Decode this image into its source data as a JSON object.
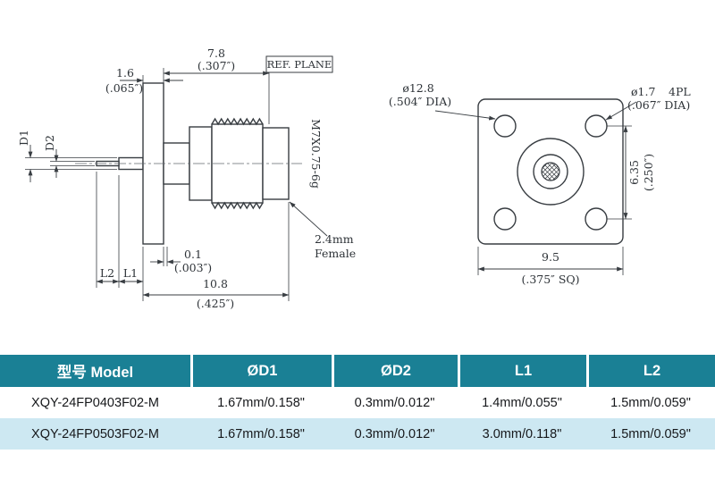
{
  "colors": {
    "table_header_bg": "#1a8095",
    "table_row_alt_bg": "#cde8f2",
    "drawing_line": "#383d42"
  },
  "side_view": {
    "dim_a_mm": "7.8",
    "dim_a_in": "(.307″)",
    "flange_mm": "1.6",
    "flange_in": "(.065″)",
    "ref_plane": "REF. PLANE",
    "d1": "D1",
    "d2": "D2",
    "thread": "M7X0.75-6g",
    "gap_mm": "0.1",
    "gap_in": "(.003″)",
    "l2": "L2",
    "l1": "L1",
    "total_mm": "10.8",
    "total_in": "(.425″)",
    "iface1": "2.4mm",
    "iface2": "Female"
  },
  "front_view": {
    "body_dia_mm": "ø12.8",
    "body_dia_in": "(.504″ DIA)",
    "hole_dia_mm": "ø1.7",
    "hole_qty": "4PL",
    "hole_dia_in": "(.067″ DIA)",
    "pitch_mm": "6.35",
    "pitch_in": "(.250″)",
    "square_mm": "9.5",
    "square_in": "(.375″ SQ)"
  },
  "table": {
    "columns": [
      "型号 Model",
      "ØD1",
      "ØD2",
      "L1",
      "L2"
    ],
    "rows": [
      [
        "XQY-24FP0403F02-M",
        "1.67mm/0.158\"",
        "0.3mm/0.012\"",
        "1.4mm/0.055\"",
        "1.5mm/0.059\""
      ],
      [
        "XQY-24FP0503F02-M",
        "1.67mm/0.158\"",
        "0.3mm/0.012\"",
        "3.0mm/0.118\"",
        "1.5mm/0.059\""
      ]
    ]
  }
}
